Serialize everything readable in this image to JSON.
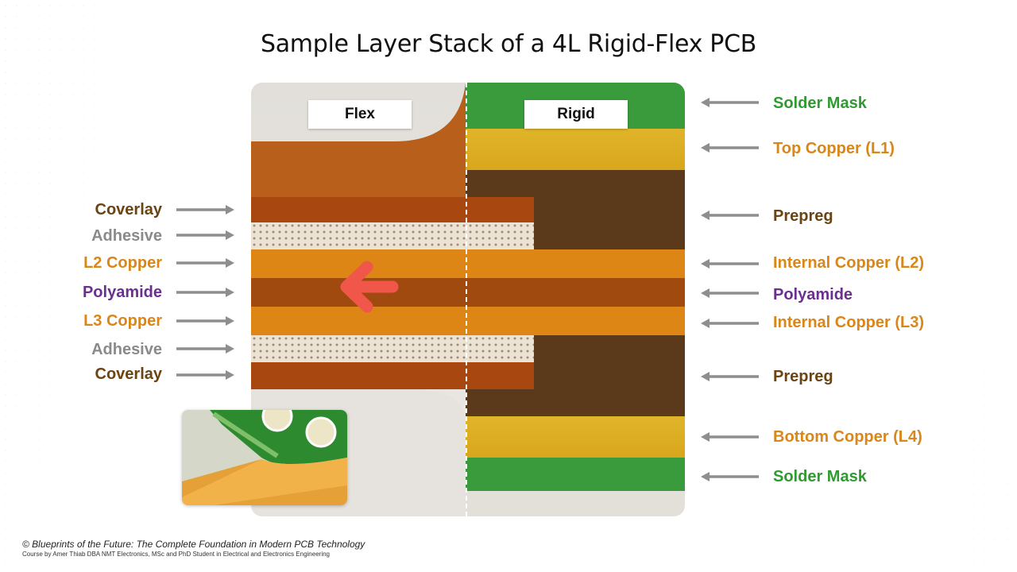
{
  "title": "Sample Layer Stack of a 4L Rigid-Flex PCB",
  "photo": {
    "flex_label": "Flex",
    "rigid_label": "Rigid"
  },
  "left_labels": [
    {
      "text": "Coverlay",
      "color": "#6b4413"
    },
    {
      "text": "Adhesive",
      "color": "#8a8a8a"
    },
    {
      "text": "L2 Copper",
      "color": "#d9861a"
    },
    {
      "text": "Polyamide",
      "color": "#6b2f8f"
    },
    {
      "text": "L3 Copper",
      "color": "#d9861a"
    },
    {
      "text": "Adhesive",
      "color": "#8a8a8a"
    },
    {
      "text": "Coverlay",
      "color": "#6b4413"
    }
  ],
  "right_labels": [
    {
      "text": "Solder Mask",
      "color": "#2f9a2f"
    },
    {
      "text": "Top Copper (L1)",
      "color": "#d9861a"
    },
    {
      "text": "Prepreg",
      "color": "#6b4413"
    },
    {
      "text": "Internal Copper (L2)",
      "color": "#d9861a"
    },
    {
      "text": "Polyamide",
      "color": "#6b2f8f"
    },
    {
      "text": "Internal Copper (L3)",
      "color": "#d9861a"
    },
    {
      "text": "Prepreg",
      "color": "#6b4413"
    },
    {
      "text": "Bottom Copper (L4)",
      "color": "#d9861a"
    },
    {
      "text": "Solder Mask",
      "color": "#2f9a2f"
    }
  ],
  "footer": {
    "line1": "© Blueprints of the Future: The Complete Foundation in Modern PCB Technology",
    "line2": "Course by Amer Thiab DBA NMT Electronics, MSc and PhD Student in Electrical and Electronics Engineering"
  }
}
